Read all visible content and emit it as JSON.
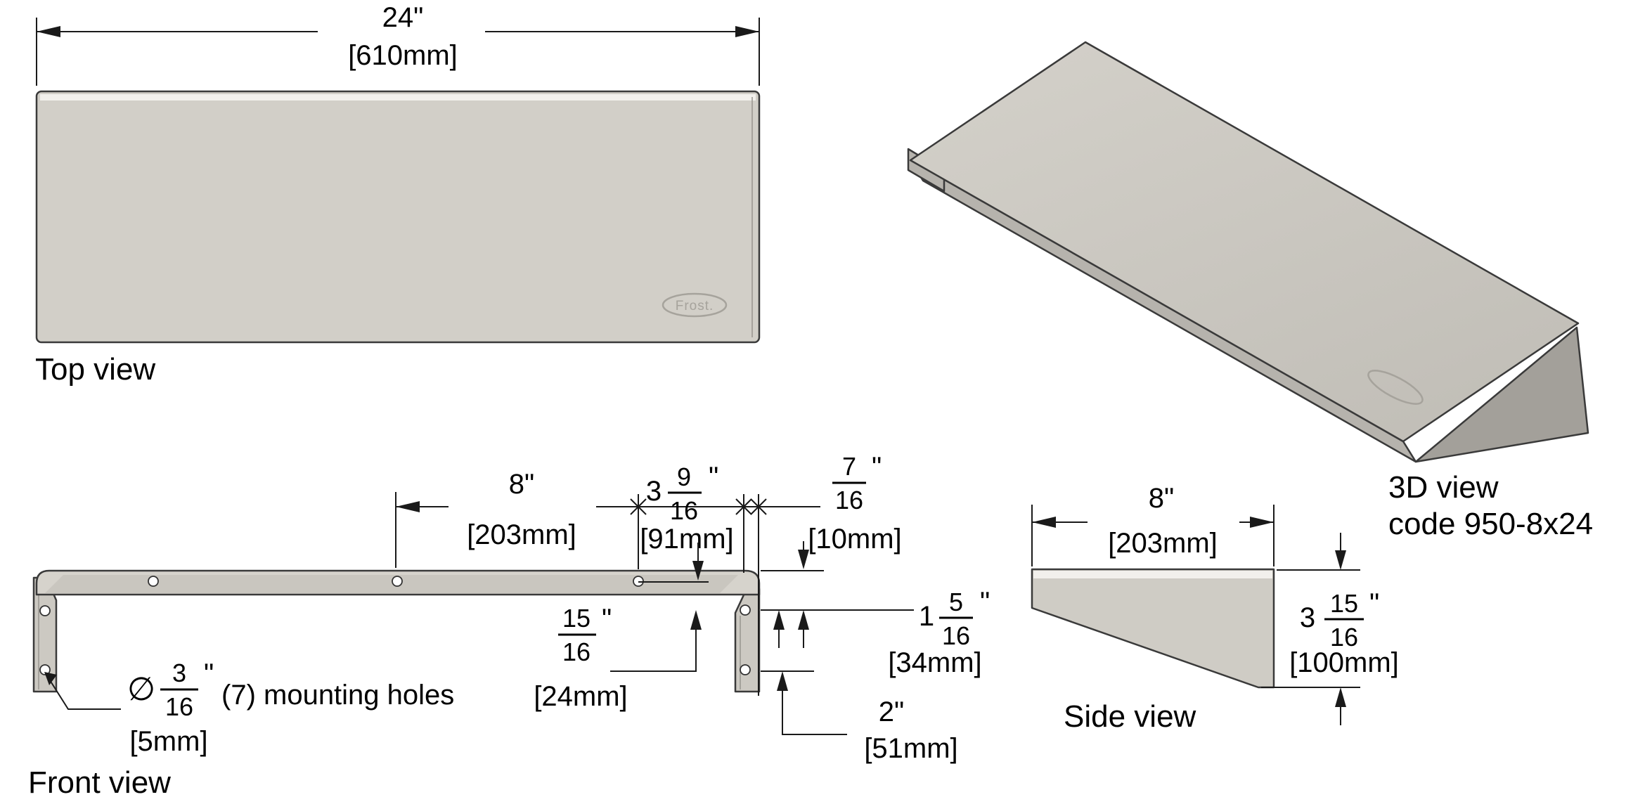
{
  "views": {
    "top": {
      "label": "Top view"
    },
    "front": {
      "label": "Front view"
    },
    "side": {
      "label": "Side view"
    },
    "three_d": {
      "label": "3D view",
      "code": "code 950-8x24"
    }
  },
  "logo": {
    "text": "Frost."
  },
  "colors": {
    "panel": "#d2cfc8",
    "panel_bevel": "#c9c6bf",
    "panel_highlight": "#f2f0ec",
    "lip": "#b6b3ad",
    "bracket_triangle": "#a3a09a",
    "line": "#1a1a1a"
  },
  "dims": {
    "overall_width": {
      "in": "24\"",
      "mm": "[610mm]"
    },
    "front_hole_spacing": {
      "in": "8\"",
      "mm": "[203mm]"
    },
    "hole_to_end": {
      "whole": "3",
      "num": "9",
      "den": "16",
      "unit": "\"",
      "mm": "[91mm]"
    },
    "lip_offset": {
      "num": "7",
      "den": "16",
      "unit": "\"",
      "mm": "[10mm]"
    },
    "bar_to_hole": {
      "num": "15",
      "den": "16",
      "unit": "\"",
      "mm": "[24mm]"
    },
    "top_to_hole": {
      "whole": "1",
      "num": "5",
      "den": "16",
      "unit": "\"",
      "mm": "[34mm]"
    },
    "hole_gap": {
      "in": "2\"",
      "mm": "[51mm]"
    },
    "side_depth": {
      "in": "8\"",
      "mm": "[203mm]"
    },
    "side_height": {
      "whole": "3",
      "num": "15",
      "den": "16",
      "unit": "\"",
      "mm": "[100mm]"
    },
    "mounting": {
      "dia": "∅",
      "num": "3",
      "den": "16",
      "unit": "\"",
      "note": "(7) mounting holes",
      "mm": "[5mm]"
    }
  }
}
